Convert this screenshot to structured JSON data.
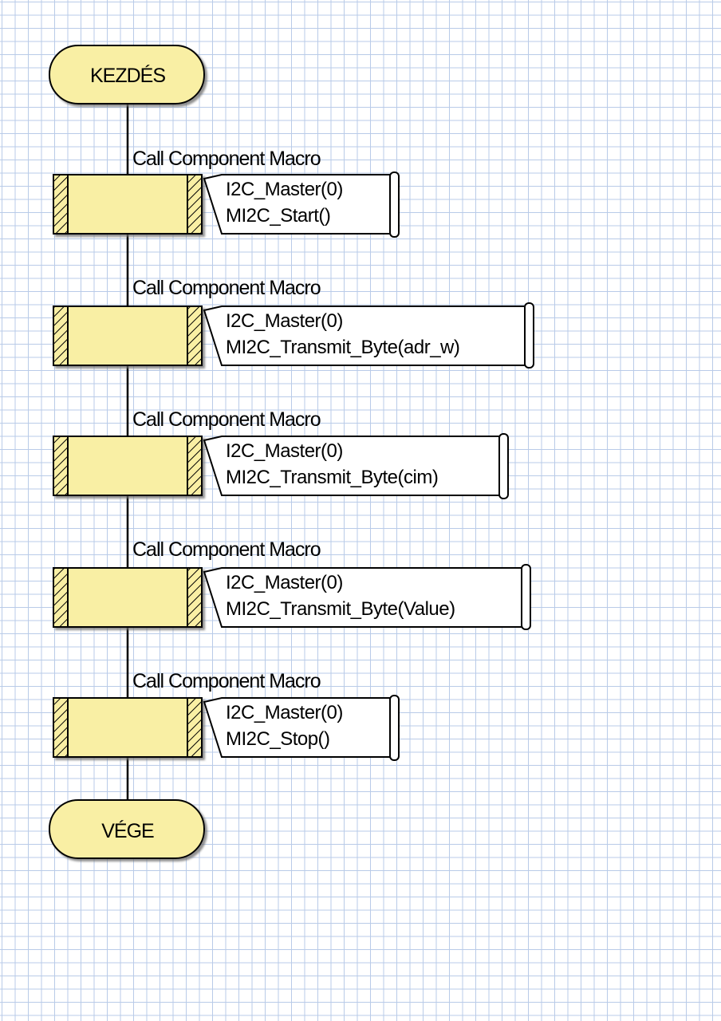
{
  "start": {
    "label": "KEZDÉS"
  },
  "end": {
    "label": "VÉGE"
  },
  "steps": [
    {
      "type_label": "Call Component Macro",
      "component": "I2C_Master(0)",
      "macro": "MI2C_Start()"
    },
    {
      "type_label": "Call Component Macro",
      "component": "I2C_Master(0)",
      "macro": "MI2C_Transmit_Byte(adr_w)"
    },
    {
      "type_label": "Call Component Macro",
      "component": "I2C_Master(0)",
      "macro": "MI2C_Transmit_Byte(cim)"
    },
    {
      "type_label": "Call Component Macro",
      "component": "I2C_Master(0)",
      "macro": "MI2C_Transmit_Byte(Value)"
    },
    {
      "type_label": "Call Component Macro",
      "component": "I2C_Master(0)",
      "macro": "MI2C_Stop()"
    }
  ],
  "colors": {
    "block_fill": "#f9efa4",
    "stroke": "#000000",
    "comment_fill": "#ffffff",
    "grid": "#b9cbe8"
  }
}
